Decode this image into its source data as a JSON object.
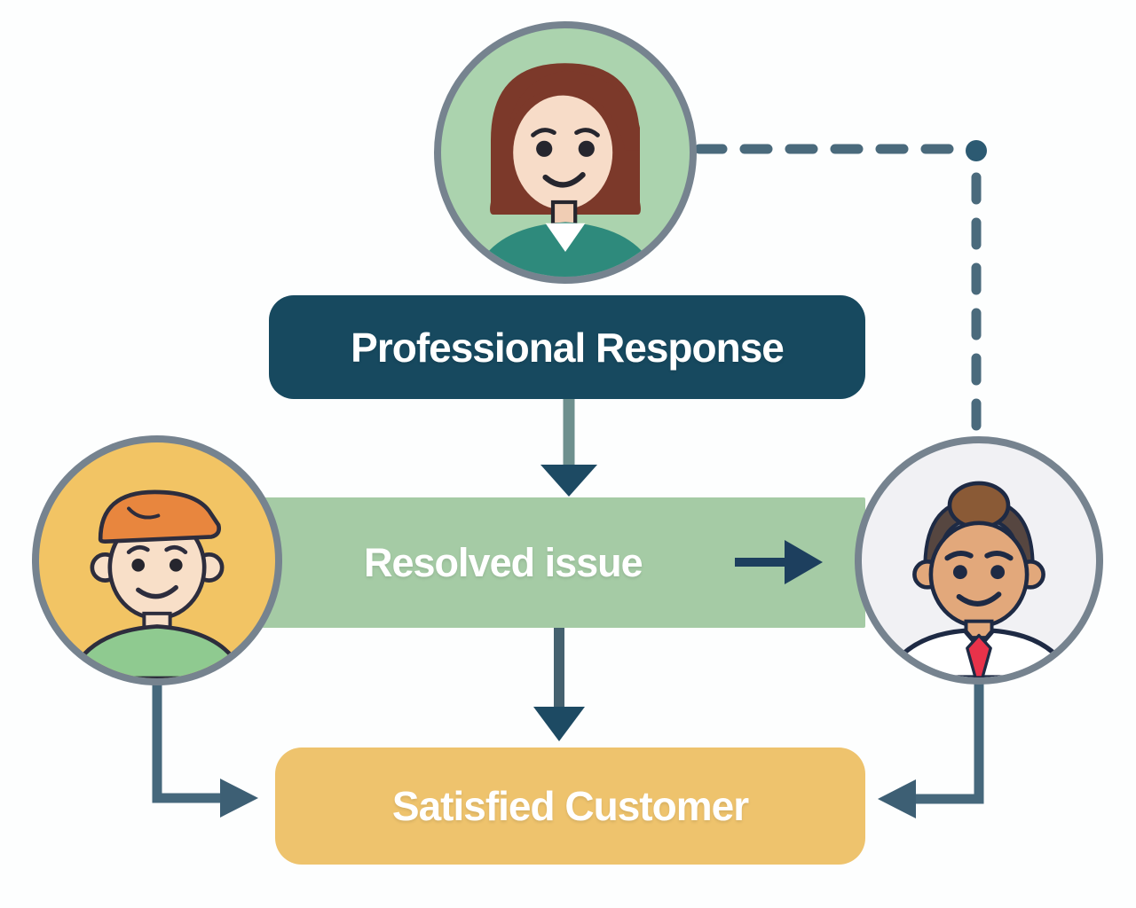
{
  "diagram_type": "customer-service-flow",
  "nodes": {
    "professional_response": {
      "label": "Professional Response",
      "bg": "#17495f",
      "text_color": "#ffffff"
    },
    "resolved_issue": {
      "label": "Resolved issue",
      "bg": "#a5cba5",
      "text_color": "#ffffff"
    },
    "satisfied_customer": {
      "label": "Satisfied Customer",
      "bg": "#eec36d",
      "text_color": "#ffffff"
    }
  },
  "avatars": {
    "support_agent": {
      "icon": "woman-support-agent-avatar",
      "bg": "#abd3ae",
      "border": "#76838f",
      "shirt": "#2e8a7c",
      "hair": "#7c392a"
    },
    "customer_left": {
      "icon": "boy-with-cap-avatar",
      "bg": "#f2c464",
      "border": "#76838f",
      "shirt": "#8fca90",
      "cap": "#e8863e"
    },
    "customer_right": {
      "icon": "man-with-tie-avatar",
      "bg": "#f1f1f4",
      "border": "#76838f",
      "shirt": "#ffffff",
      "tie": "#e8324a"
    }
  },
  "connectors": {
    "stem_color": "#46687c",
    "stem_teal_color": "#6e908e",
    "arrowhead_color": "#1d4a63",
    "band_arrow_color": "#1d3f5e",
    "dashed_color": "#4a6a7c",
    "dashed_dot_color": "#2c5a72"
  }
}
